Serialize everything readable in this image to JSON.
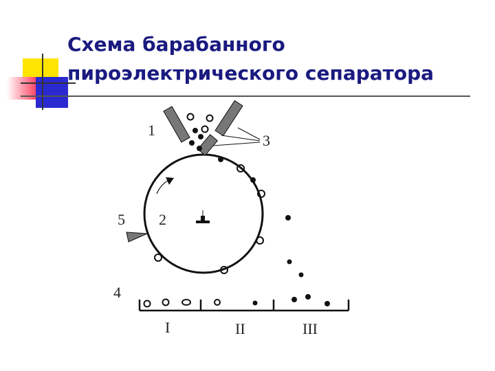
{
  "title": {
    "line1": "Схема барабанного",
    "line2": "пироэлектрического сепаратора"
  },
  "colors": {
    "title": "#1a1a80",
    "deco_yellow": "#ffe400",
    "deco_red": "#ff3b5c",
    "deco_blue": "#2a2ad0",
    "diagram_stroke": "#111111",
    "nozzle_fill": "#777777"
  },
  "diagram": {
    "labels": {
      "feeder": "1",
      "drum": "2",
      "nozzles": "3",
      "collector": "4",
      "scraper": "5"
    },
    "bins": [
      "I",
      "II",
      "III"
    ]
  }
}
